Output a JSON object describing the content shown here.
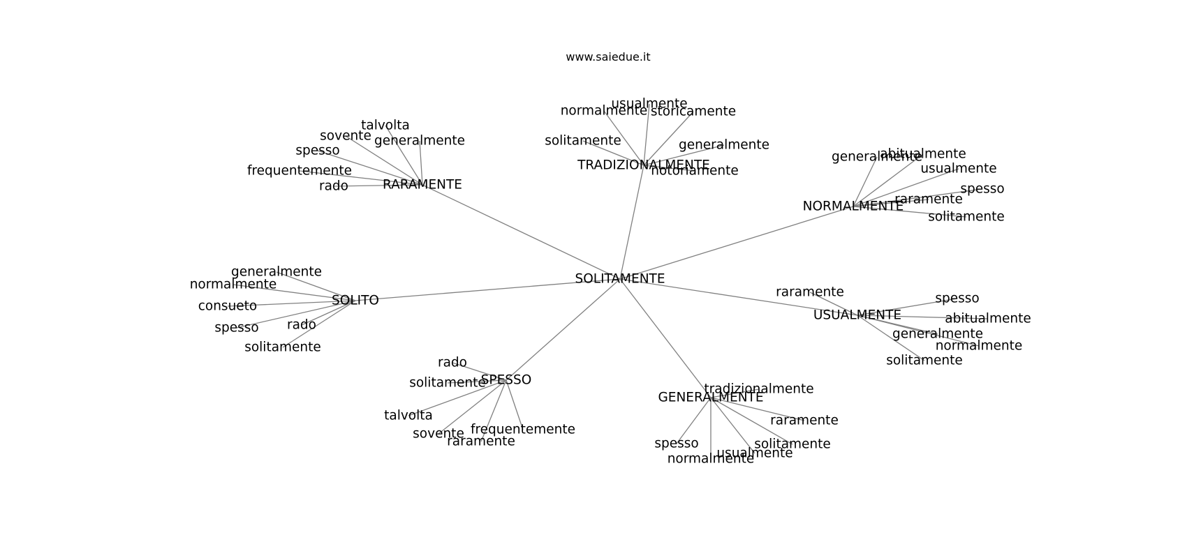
{
  "title": "www.saiedue.it",
  "center": "SOLITAMENTE",
  "groups": [
    {
      "hub": "RARAMENTE",
      "leaves": [
        "talvolta",
        "sovente",
        "generalmente",
        "spesso",
        "frequentemente",
        "rado"
      ]
    },
    {
      "hub": "TRADIZIONALMENTE",
      "leaves": [
        "usualmente",
        "normalmente",
        "storicamente",
        "solitamente",
        "generalmente",
        "notoriamente"
      ]
    },
    {
      "hub": "NORMALMENTE",
      "leaves": [
        "abitualmente",
        "generalmente",
        "usualmente",
        "spesso",
        "raramente",
        "solitamente"
      ]
    },
    {
      "hub": "SOLITO",
      "leaves": [
        "generalmente",
        "normalmente",
        "consueto",
        "spesso",
        "rado",
        "solitamente"
      ]
    },
    {
      "hub": "USUALMENTE",
      "leaves": [
        "raramente",
        "spesso",
        "abitualmente",
        "generalmente",
        "normalmente",
        "solitamente"
      ]
    },
    {
      "hub": "SPESSO",
      "leaves": [
        "rado",
        "solitamente",
        "talvolta",
        "sovente",
        "frequentemente",
        "raramente"
      ]
    },
    {
      "hub": "GENERALMENTE",
      "leaves": [
        "tradizionalmente",
        "raramente",
        "solitamente",
        "spesso",
        "usualmente",
        "normalmente"
      ]
    }
  ]
}
